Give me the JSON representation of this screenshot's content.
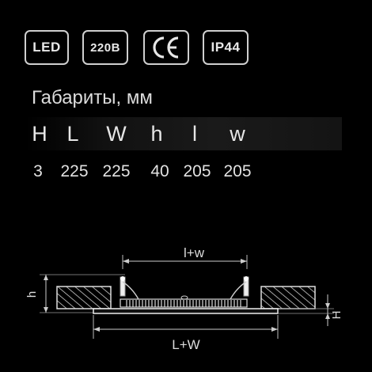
{
  "badges": {
    "led": "LED",
    "voltage": "220В",
    "ce": "CE",
    "ip": "IP44"
  },
  "dimensions": {
    "title": "Габариты,  мм",
    "headers": [
      "H",
      "L",
      "W",
      "h",
      "l",
      "w"
    ],
    "values": [
      "3",
      "225",
      "225",
      "40",
      "205",
      "205"
    ]
  },
  "drawing": {
    "top_label": "l+w",
    "bottom_label": "L+W",
    "left_label": "h",
    "right_label": "H"
  }
}
